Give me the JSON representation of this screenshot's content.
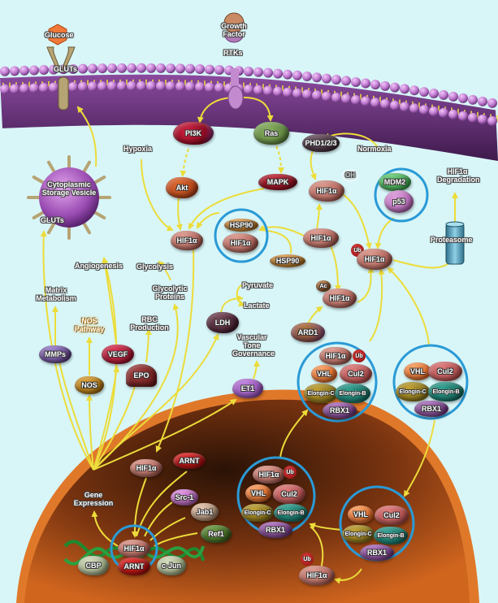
{
  "title": "HIF1α signaling pathway",
  "colors": {
    "background": "#d8f6f8",
    "membrane_head": "#c77fd6",
    "membrane_tail": "#f0e040",
    "arrow": "#e8d84a",
    "nucleus": "#c4561a",
    "complex_ring": "#2a9ad6",
    "hif1a": "#b4685e"
  },
  "extracellular": {
    "glucose": "Glucose",
    "glut_membrane": "GLUTs",
    "growth_factor": "Growth Factor",
    "rtks": "RTKs"
  },
  "cytoplasm": {
    "vesicle": "Cytoplasmic Storage Vesicle",
    "vesicle_gluts": "GLUTs",
    "pi3k": "PI3K",
    "ras": "Ras",
    "akt": "Akt",
    "mapk": "MAPK",
    "hypoxia": "Hypoxia",
    "normoxia": "Normoxia",
    "phd": "PHD1/2/3",
    "oh": "OH",
    "hif1a": "HIF1α",
    "hsp90": "HSP90",
    "mdm2": "MDM2",
    "p53": "p53",
    "ub": "Ub",
    "ac": "Ac",
    "ard1": "ARD1",
    "proteasome": "Proteasome",
    "degradation": "HIF1α Degradation",
    "angiogenesis": "Angiogenesis",
    "glycolysis": "Glycolysis",
    "glycolytic_proteins": "Glycolytic Proteins",
    "matrix_metabolism": "Matrix Metabolism",
    "nos_pathway": "NOS Pathway",
    "rbc_production": "RBC Production",
    "pyruvate": "Pyruvate",
    "lactate": "Lactate",
    "ldh": "LDH",
    "vascular_tone": "Vascular Tone Governance",
    "mmps": "MMPs",
    "nos": "NOS",
    "vegf": "VEGF",
    "epo": "EPO",
    "et1": "ET1"
  },
  "e3_complex": {
    "vhl": "VHL",
    "cul2": "Cul2",
    "elongin_c": "Elongin-C",
    "elongin_b": "Elongin-B",
    "rbx1": "RBX1"
  },
  "nucleus": {
    "gene_expression": "Gene Expression",
    "hif1a": "HIF1α",
    "arnt": "ARNT",
    "src1": "Src-1",
    "jab1": "Jab1",
    "ref1": "Ref1",
    "cbp": "CBP",
    "cjun": "c-Jun",
    "ub": "Ub"
  }
}
